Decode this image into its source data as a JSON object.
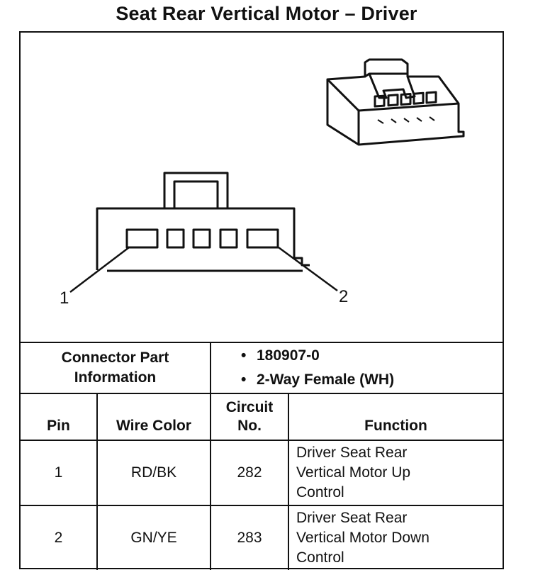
{
  "title": "Seat Rear Vertical Motor – Driver",
  "diagram": {
    "pin_labels": [
      "1",
      "2"
    ]
  },
  "connector_part_information": {
    "label_line1": "Connector Part",
    "label_line2": "Information",
    "values": [
      "180907-0",
      "2-Way Female (WH)"
    ]
  },
  "table": {
    "headers": {
      "pin": "Pin",
      "wire_color": "Wire Color",
      "circuit_line1": "Circuit",
      "circuit_line2": "No.",
      "function": "Function"
    },
    "rows": [
      {
        "pin": "1",
        "wire_color": "RD/BK",
        "circuit": "282",
        "function_lines": [
          "Driver Seat Rear",
          "Vertical Motor Up",
          "Control"
        ]
      },
      {
        "pin": "2",
        "wire_color": "GN/YE",
        "circuit": "283",
        "function_lines": [
          "Driver Seat Rear",
          "Vertical Motor Down",
          "Control"
        ]
      }
    ]
  }
}
